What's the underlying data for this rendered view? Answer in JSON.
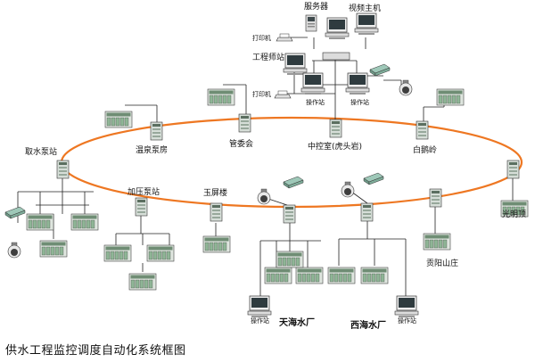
{
  "diagram": {
    "caption": "供水工程监控调度自动化系统框图",
    "labels": {
      "server": "服务器",
      "video_host": "视频主机",
      "printer1": "打印机",
      "engineer": "工程师站",
      "printer2": "打印机",
      "op1": "操作站",
      "op2": "操作站",
      "intake": "取水泵站",
      "wenquan": "温泉泵房",
      "guanweihui": "管委会",
      "control": "中控室(虎头岩)",
      "bailing": "白鹅岭",
      "guangming": "光明顶",
      "booster": "加压泵站",
      "yuping": "玉屏楼",
      "ziyang": "贡阳山庄",
      "tianhai": "天海水厂",
      "xihai": "西海水厂",
      "op3": "操作站",
      "op4": "操作站"
    },
    "colors": {
      "ring": "#ee7722",
      "line": "#222222",
      "equip_green": "#8fb596",
      "equip_dark": "#556a59"
    }
  }
}
